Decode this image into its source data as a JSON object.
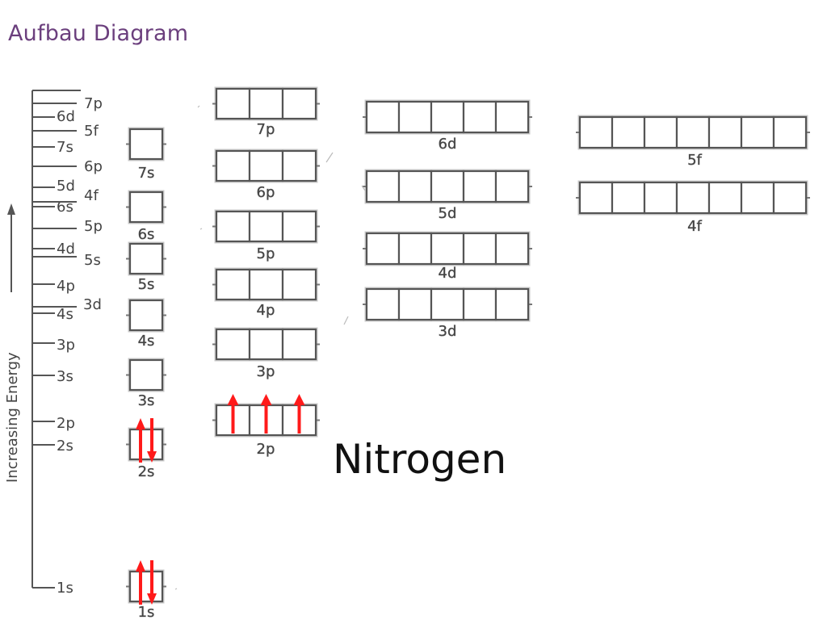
{
  "title": "Aufbau Diagram",
  "element": "Nitrogen",
  "axis_label": "Increasing Energy",
  "energy_levels": [
    "1s",
    "2s",
    "2p",
    "3s",
    "3p",
    "4s",
    "3d",
    "4p",
    "5s",
    "4d",
    "5p",
    "6s",
    "4f",
    "5d",
    "6p",
    "7s",
    "5f",
    "6d",
    "7p"
  ],
  "sublevels": [
    {
      "label": "1s",
      "electrons": [
        2
      ]
    },
    {
      "label": "2s",
      "electrons": [
        2
      ]
    },
    {
      "label": "3s",
      "electrons": [
        0
      ]
    },
    {
      "label": "4s",
      "electrons": [
        0
      ]
    },
    {
      "label": "5s",
      "electrons": [
        0
      ]
    },
    {
      "label": "6s",
      "electrons": [
        0
      ]
    },
    {
      "label": "7s",
      "electrons": [
        0
      ]
    },
    {
      "label": "2p",
      "electrons": [
        1,
        1,
        1
      ]
    },
    {
      "label": "3p",
      "electrons": [
        0,
        0,
        0
      ]
    },
    {
      "label": "4p",
      "electrons": [
        0,
        0,
        0
      ]
    },
    {
      "label": "5p",
      "electrons": [
        0,
        0,
        0
      ]
    },
    {
      "label": "6p",
      "electrons": [
        0,
        0,
        0
      ]
    },
    {
      "label": "7p",
      "electrons": [
        0,
        0,
        0
      ]
    },
    {
      "label": "3d",
      "electrons": [
        0,
        0,
        0,
        0,
        0
      ]
    },
    {
      "label": "4d",
      "electrons": [
        0,
        0,
        0,
        0,
        0
      ]
    },
    {
      "label": "5d",
      "electrons": [
        0,
        0,
        0,
        0,
        0
      ]
    },
    {
      "label": "6d",
      "electrons": [
        0,
        0,
        0,
        0,
        0
      ]
    },
    {
      "label": "4f",
      "electrons": [
        0,
        0,
        0,
        0,
        0,
        0,
        0
      ]
    },
    {
      "label": "5f",
      "electrons": [
        0,
        0,
        0,
        0,
        0,
        0,
        0
      ]
    }
  ],
  "colors": {
    "title": "#6b3f7d",
    "arrow": "#ff1a1a",
    "box_stroke": "#555555",
    "text": "#444444"
  }
}
